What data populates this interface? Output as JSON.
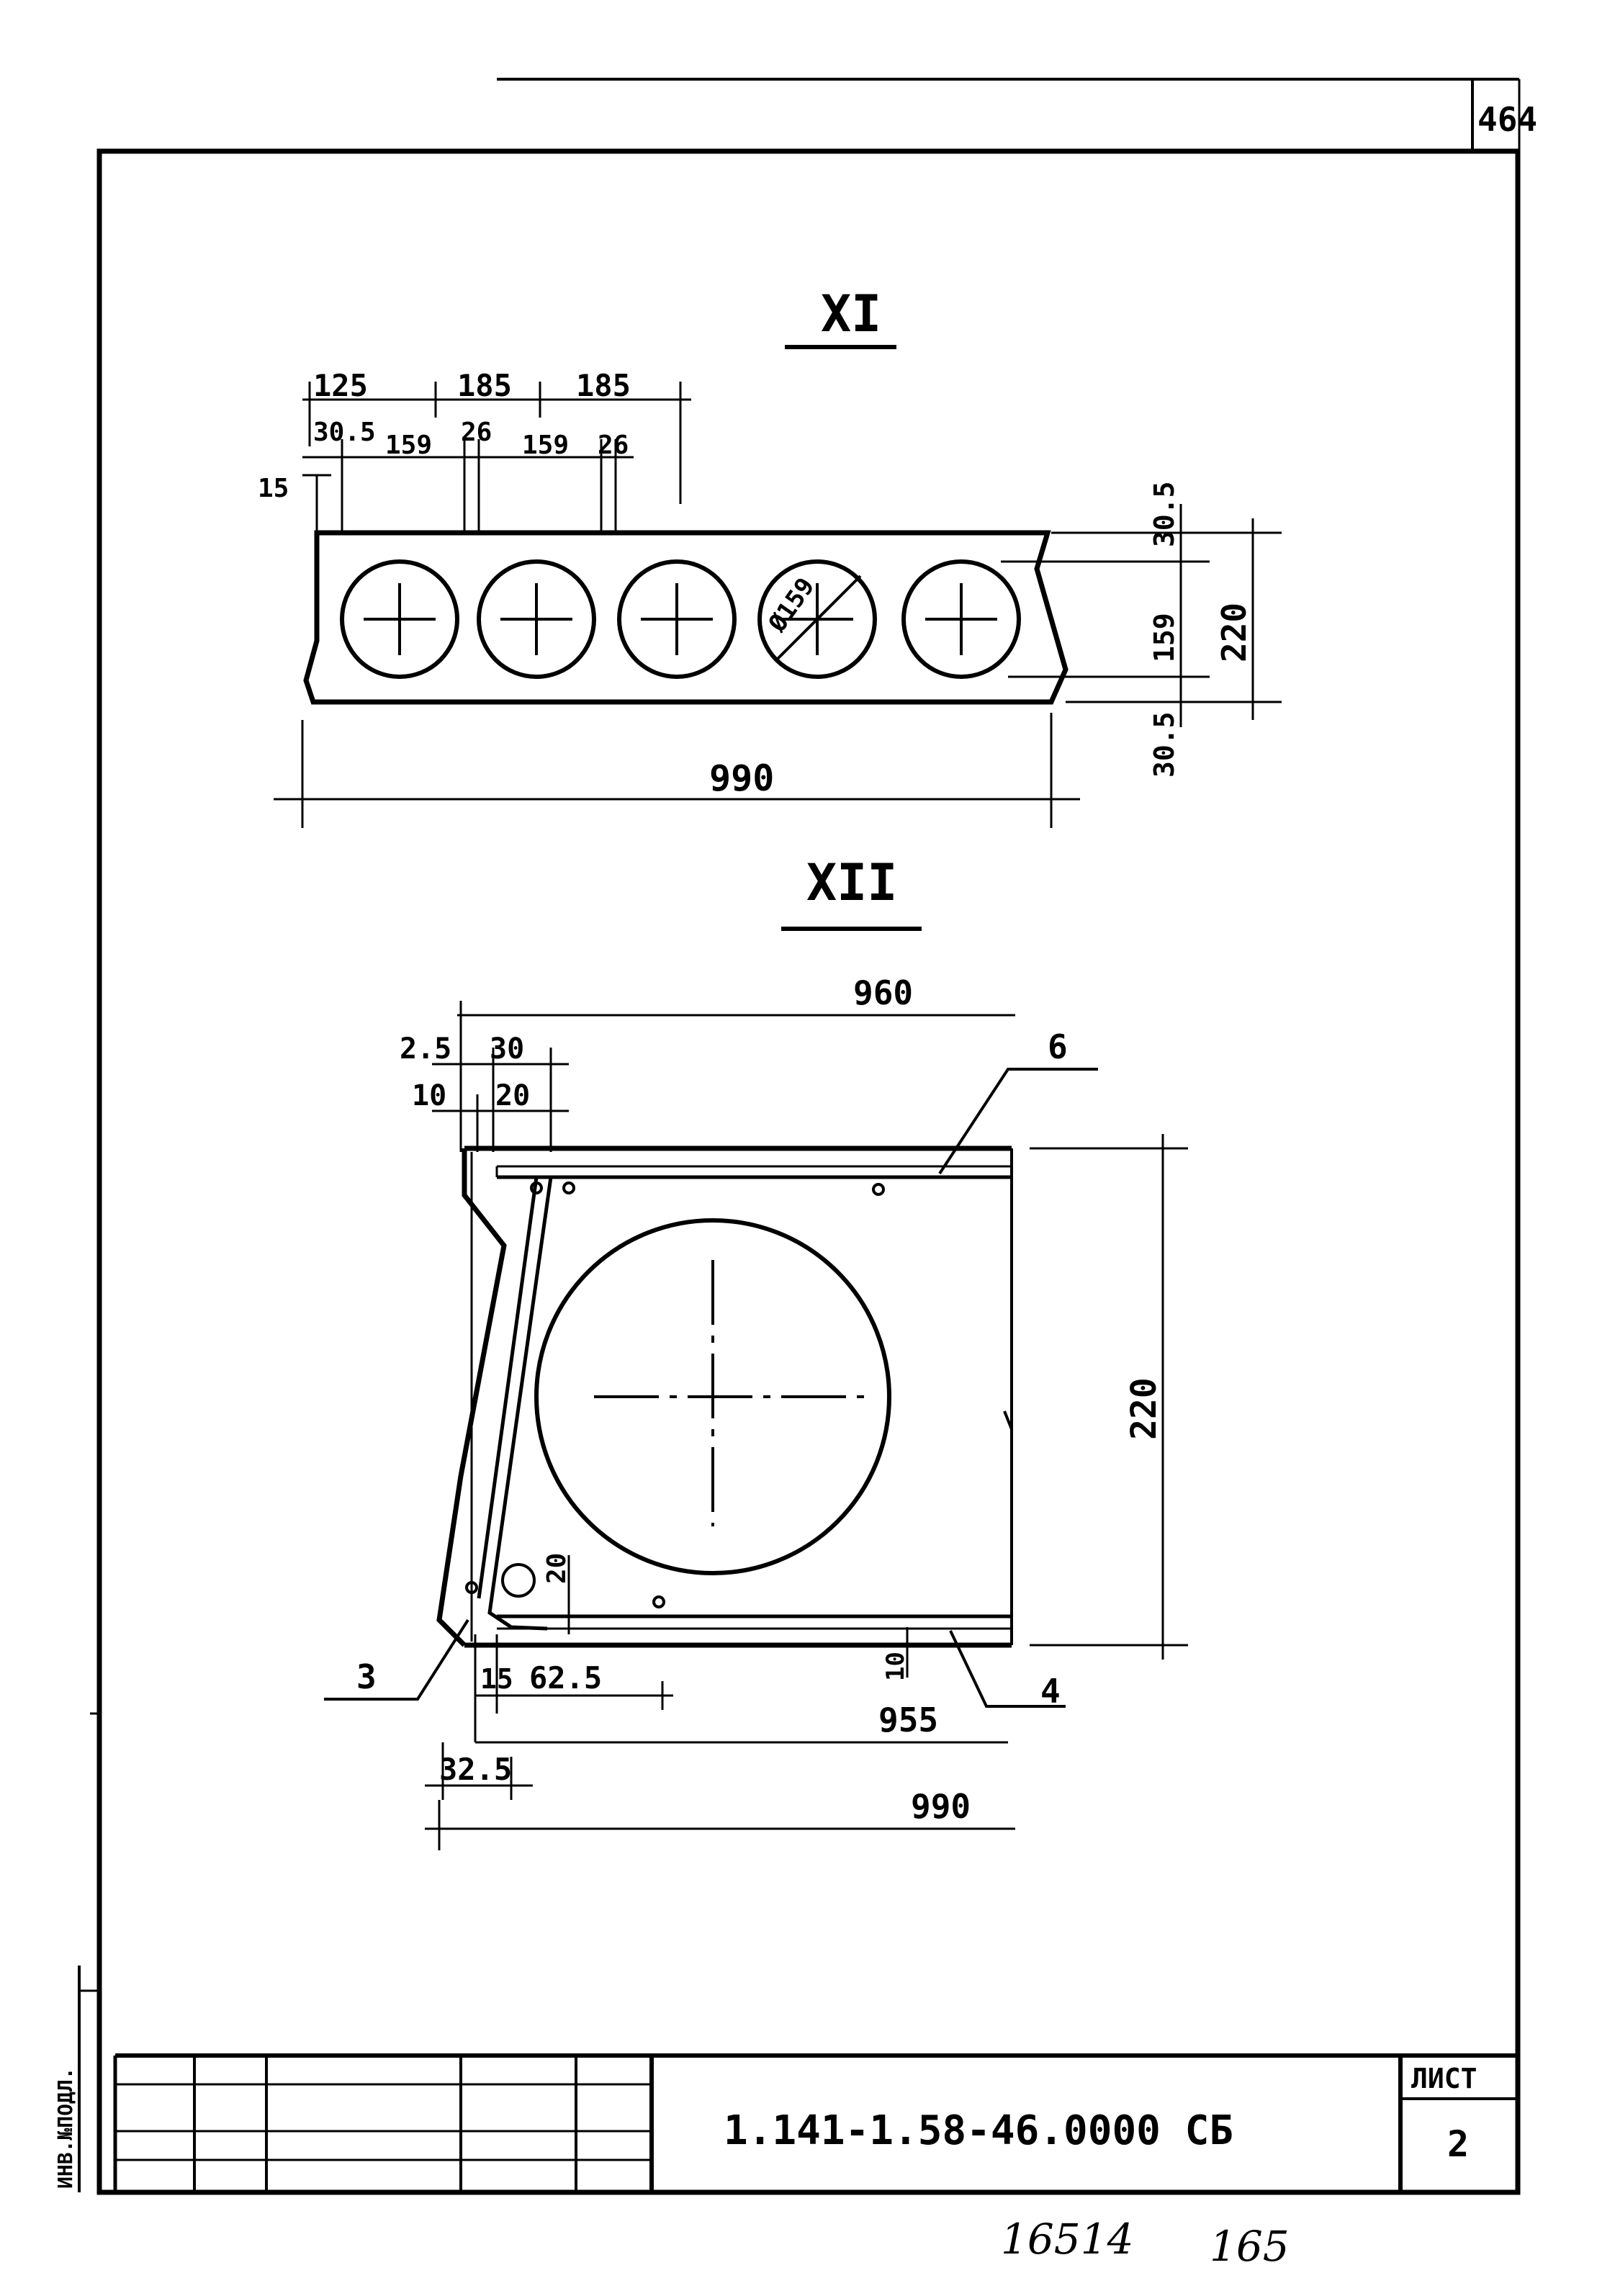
{
  "sheet_number": "464",
  "sections": {
    "xi": {
      "title": "XI",
      "top_dims_row1": [
        "125",
        "185",
        "185"
      ],
      "top_dims_row2": [
        "30.5",
        "159",
        "26",
        "159",
        "26"
      ],
      "left_dim": "15",
      "diameter_label": "Ø159",
      "right_dims": [
        "30.5",
        "159",
        "30.5"
      ],
      "height_dim": "220",
      "width_dim": "990"
    },
    "xii": {
      "title": "XII",
      "top_dims": [
        "2.5",
        "30",
        "10",
        "20"
      ],
      "overall_top": "960",
      "callouts": [
        "6",
        "3",
        "4"
      ],
      "height_dim": "220",
      "small_dims": [
        "20",
        "15",
        "62.5",
        "10"
      ],
      "bottom_dims": [
        "955",
        "32.5",
        "990"
      ]
    }
  },
  "title_block": {
    "code": "1.141-1.58-46.0000 СБ",
    "sheet_label": "ЛИСТ",
    "sheet_no": "2"
  },
  "left_stamp": "ИНВ.№ПОДЛ.",
  "handwritten": [
    "16514",
    "165"
  ]
}
